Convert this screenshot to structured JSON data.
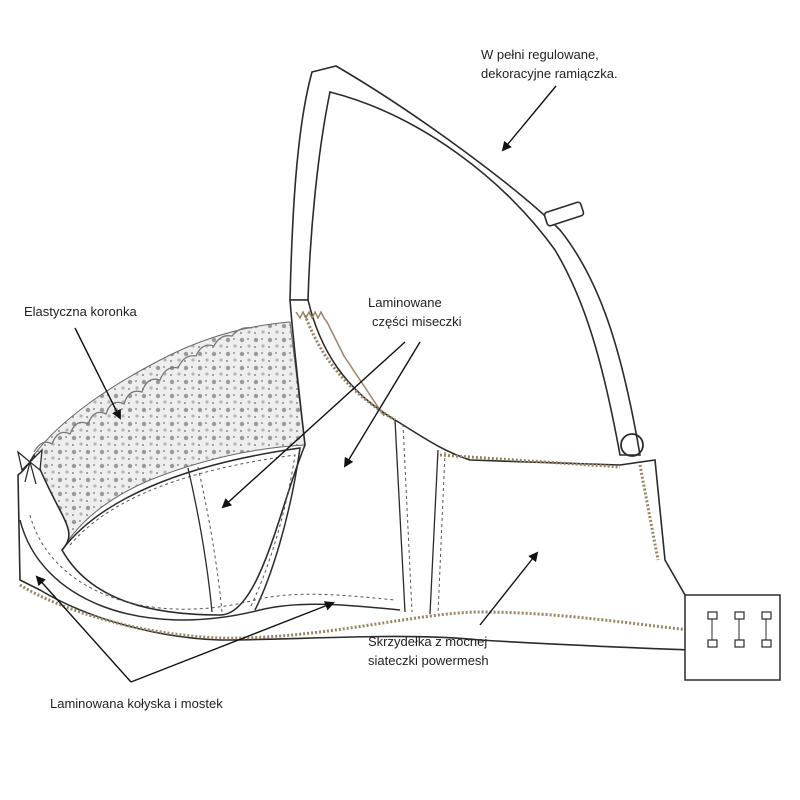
{
  "colors": {
    "outline": "#2b2b2b",
    "stitching": "#555555",
    "zigzag_trim": "#9a8466",
    "lace_fill": "#d9d9d9",
    "text": "#222222"
  },
  "labels": {
    "straps": {
      "line1": "W pełni regulowane,",
      "line2": "dekoracyjne ramiączka."
    },
    "lace": {
      "text": "Elastyczna koronka"
    },
    "cups": {
      "line1": "Laminowane",
      "line2": "części miseczki"
    },
    "wings": {
      "line1": "Skrzydełka z mocnej",
      "line2": "siateczki powermesh"
    },
    "cradle": {
      "text": "Laminowana kołyska i mostek"
    }
  }
}
